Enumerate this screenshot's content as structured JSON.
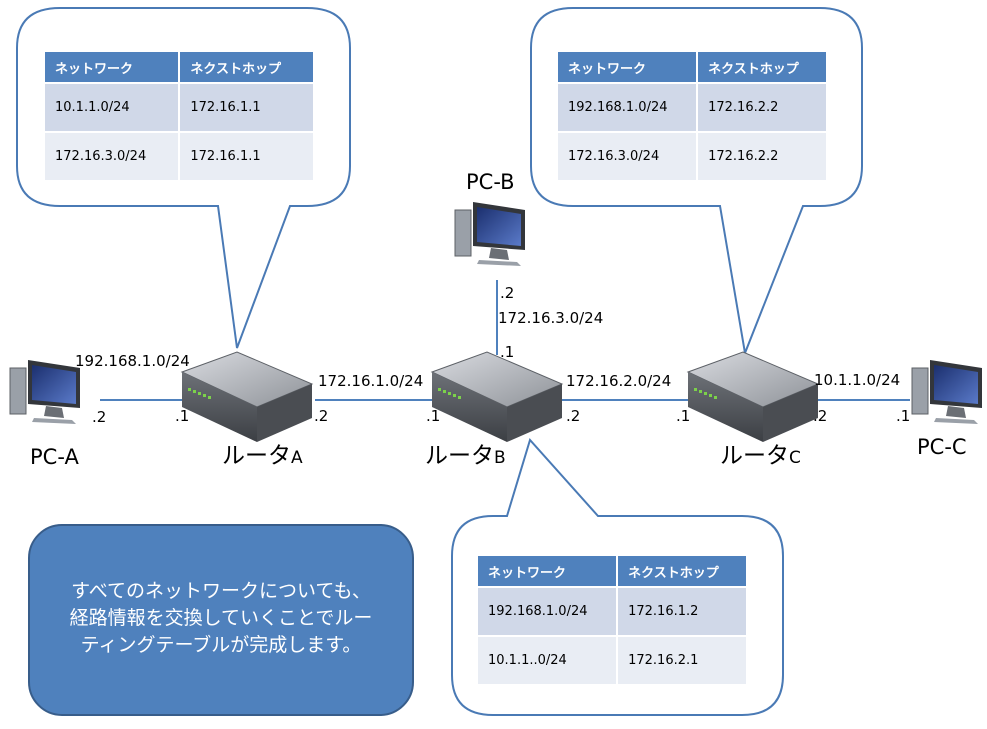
{
  "tables": {
    "header": {
      "network": "ネットワーク",
      "nexthop": "ネクストホップ"
    },
    "router_a": [
      {
        "network": "10.1.1.0/24",
        "nexthop": "172.16.1.1"
      },
      {
        "network": "172.16.3.0/24",
        "nexthop": "172.16.1.1"
      }
    ],
    "router_c": [
      {
        "network": "192.168.1.0/24",
        "nexthop": "172.16.2.2"
      },
      {
        "network": "172.16.3.0/24",
        "nexthop": "172.16.2.2"
      }
    ],
    "router_b": [
      {
        "network": "192.168.1.0/24",
        "nexthop": "172.16.1.2"
      },
      {
        "network": "10.1.1..0/24",
        "nexthop": "172.16.2.1"
      }
    ]
  },
  "devices": {
    "pc_a": "PC-A",
    "pc_b": "PC-B",
    "pc_c": "PC-C",
    "router_a": {
      "name": "ルータ",
      "suffix": "A"
    },
    "router_b": {
      "name": "ルータ",
      "suffix": "B"
    },
    "router_c": {
      "name": "ルータ",
      "suffix": "C"
    }
  },
  "networks": {
    "net_a": "192.168.1.0/24",
    "net_ab": "172.16.1.0/24",
    "net_b": "172.16.3.0/24",
    "net_bc": "172.16.2.0/24",
    "net_c": "10.1.1.0/24"
  },
  "interfaces": {
    "pc_a": ".2",
    "router_a_left": ".1",
    "router_a_right": ".2",
    "router_b_left": ".1",
    "router_b_right": ".2",
    "router_b_top": ".1",
    "pc_b": ".2",
    "router_c_left": ".1",
    "router_c_right": ".2",
    "pc_c": ".1"
  },
  "note": {
    "line1": "すべてのネットワークについても、",
    "line2": "経路情報を交換していくことでルー",
    "line3": "ティングテーブルが完成します。"
  },
  "colors": {
    "accent": "#4f81bd",
    "table_row_dark": "#d0d8e8",
    "table_row_light": "#e9edf4",
    "callout_border": "#4a7ab5"
  }
}
